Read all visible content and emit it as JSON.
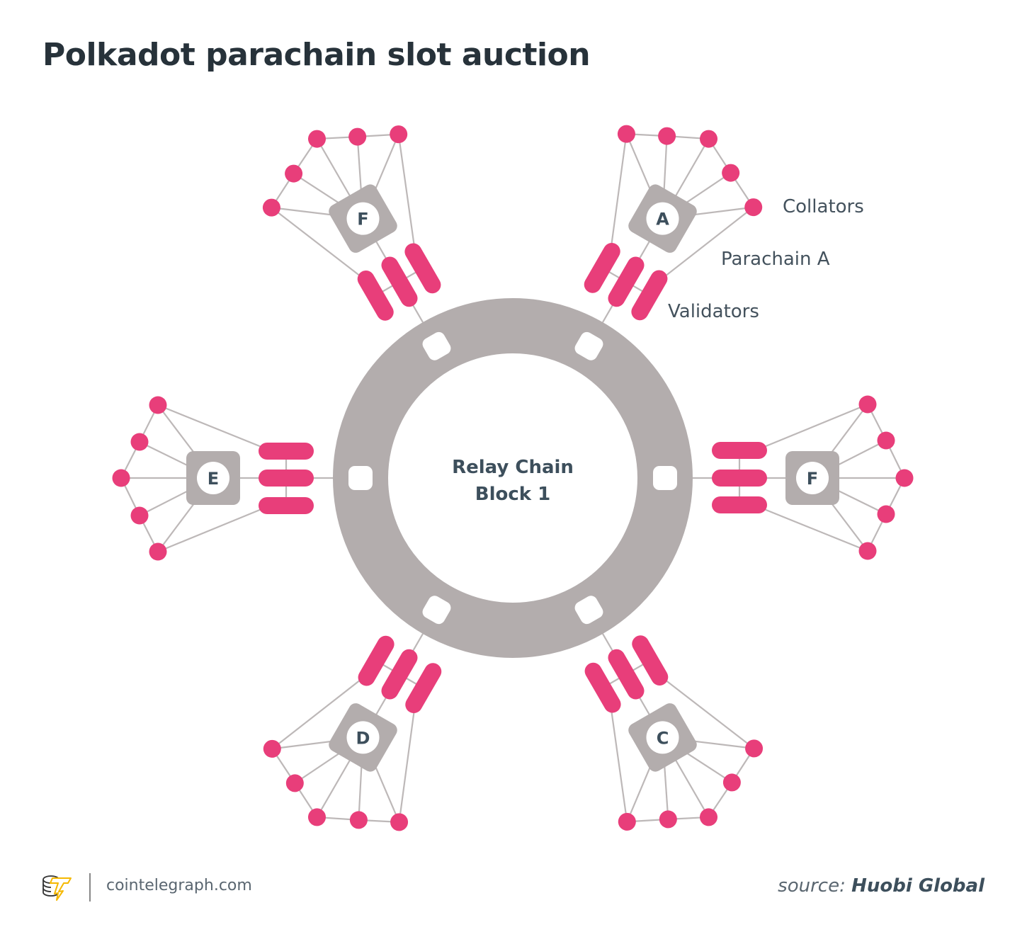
{
  "title": "Polkadot parachain slot auction",
  "relay_chain": {
    "line1": "Relay Chain",
    "line2": "Block 1"
  },
  "parachains": [
    {
      "letter": "F"
    },
    {
      "letter": "A"
    },
    {
      "letter": "F"
    },
    {
      "letter": "E"
    },
    {
      "letter": "D"
    },
    {
      "letter": "C"
    }
  ],
  "annotations": {
    "collators": "Collators",
    "parachain": "Parachain A",
    "validators": "Validators"
  },
  "footer": {
    "site": "cointelegraph.com",
    "source_prefix": "source:",
    "source_name": "Huobi Global"
  },
  "colors": {
    "pink": "#e83e7a",
    "gray": "#b3adad",
    "line": "#bdb8b8",
    "text": "#3d4f5c"
  }
}
